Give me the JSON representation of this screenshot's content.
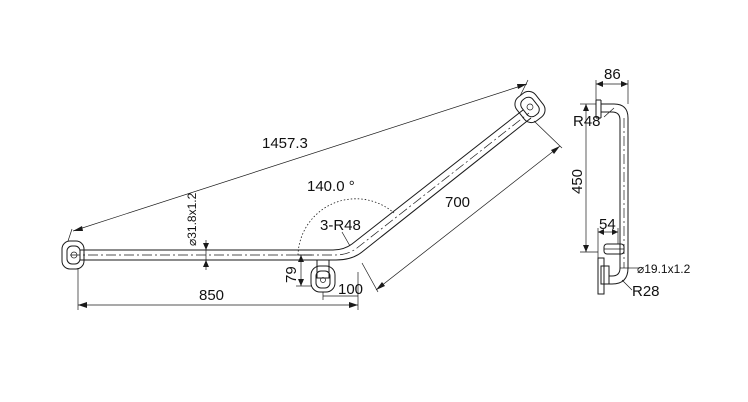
{
  "main_view": {
    "overall_length": "1457.3",
    "angle": "140.0 °",
    "bend_radius": "3-R48",
    "angled_length": "700",
    "tube_spec": "⌀31.8x1.2",
    "horizontal_length": "850",
    "support_offset": "100",
    "support_height": "79"
  },
  "side_view": {
    "depth": "86",
    "bend_radius": "R48",
    "height": "450",
    "lower_offset": "54",
    "tube_spec": "⌀19.1x1.2",
    "lower_radius": "R28"
  }
}
